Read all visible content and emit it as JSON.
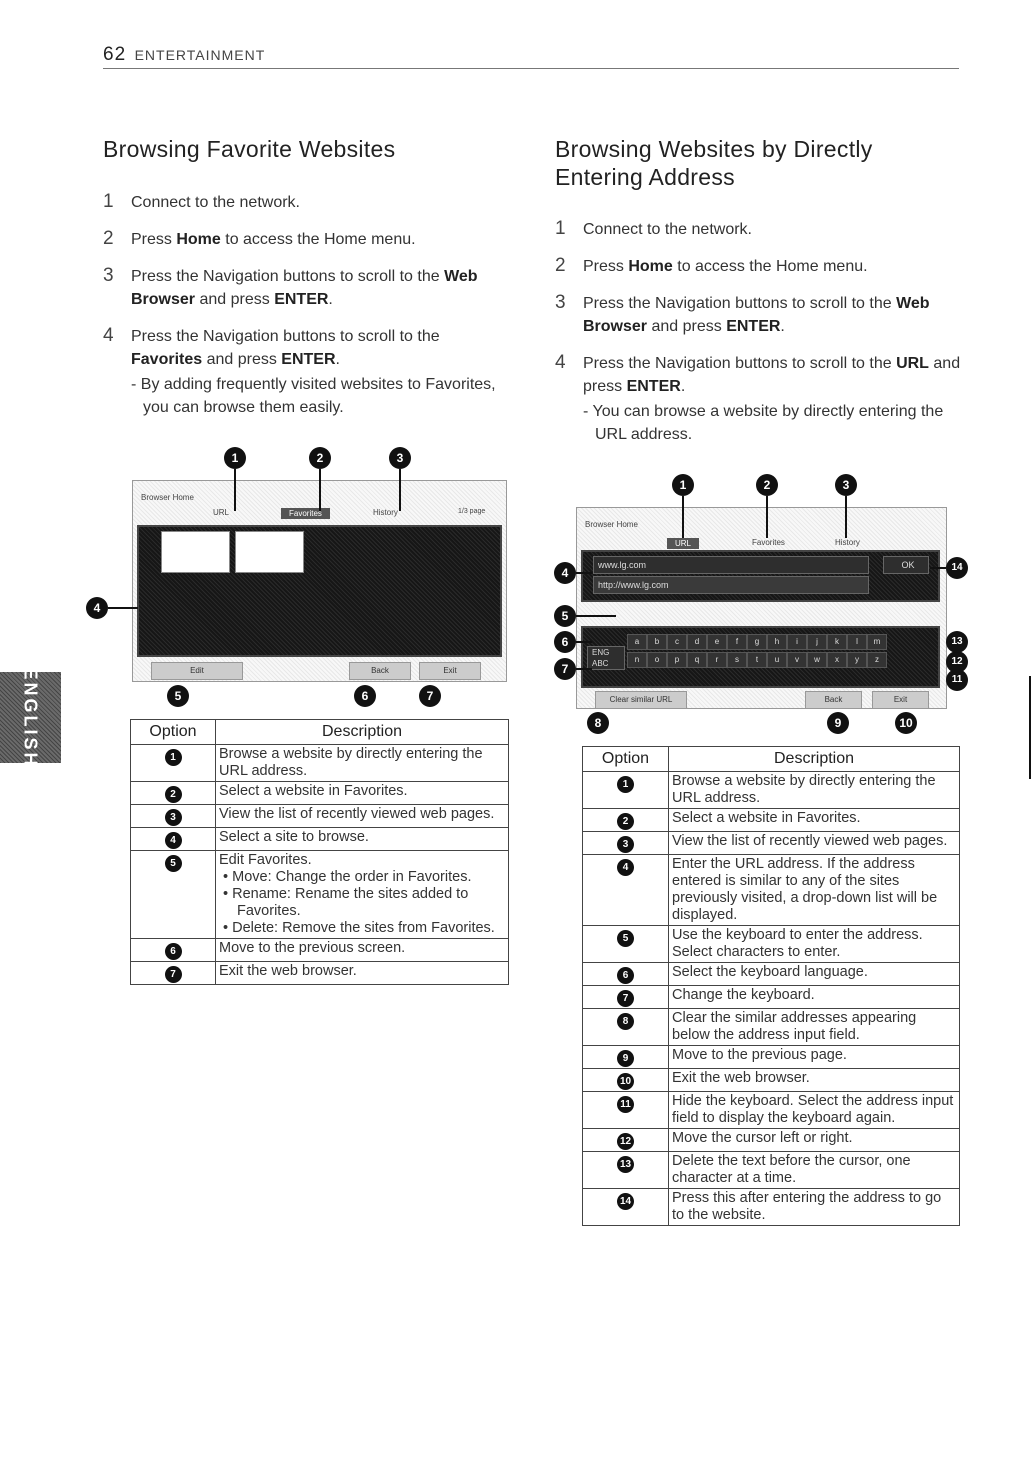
{
  "header": {
    "page_number": "62",
    "section": "ENTERTAINMENT"
  },
  "side_tab": "ENGLISH",
  "left": {
    "title": "Browsing Favorite Websites",
    "steps": [
      {
        "num": "1",
        "text": "Connect to the network."
      },
      {
        "num": "2",
        "pre": "Press ",
        "bold": "Home",
        "post": " to access the Home menu."
      },
      {
        "num": "3",
        "pre": "Press the Navigation buttons to scroll to the ",
        "bold": "Web Browser",
        "mid": " and press ",
        "bold2": "ENTER",
        "post": "."
      },
      {
        "num": "4",
        "pre": "Press the Navigation buttons to scroll to the ",
        "bold": "Favorites",
        "mid": " and press ",
        "bold2": "ENTER",
        "post": ".",
        "sub": "- By adding frequently visited websites to Favorites, you can browse them easily."
      }
    ],
    "screenshot": {
      "browser_home": "Browser Home",
      "tabs": [
        "URL",
        "Favorites",
        "History"
      ],
      "page_indicator": "1/3 page",
      "buttons": [
        "Edit",
        "Back",
        "Exit"
      ],
      "callouts": [
        "1",
        "2",
        "3",
        "4",
        "5",
        "6",
        "7"
      ]
    },
    "table": {
      "headers": [
        "Option",
        "Description"
      ],
      "rows": [
        {
          "num": "1",
          "desc": "Browse a website by directly entering the URL address."
        },
        {
          "num": "2",
          "desc": "Select a website in Favorites."
        },
        {
          "num": "3",
          "desc": "View the list of recently viewed web pages."
        },
        {
          "num": "4",
          "desc": "Select a site to browse."
        },
        {
          "num": "5",
          "desc": "Edit Favorites.",
          "bullets": [
            "Move: Change the order in Favorites.",
            "Rename: Rename the sites added to Favorites.",
            "Delete: Remove the sites from Favorites."
          ]
        },
        {
          "num": "6",
          "desc": "Move to the previous screen."
        },
        {
          "num": "7",
          "desc": "Exit the web browser."
        }
      ]
    }
  },
  "right": {
    "title": "Browsing Websites by Directly Entering Address",
    "steps": [
      {
        "num": "1",
        "text": "Connect to the network."
      },
      {
        "num": "2",
        "pre": "Press ",
        "bold": "Home",
        "post": " to access the Home menu."
      },
      {
        "num": "3",
        "pre": "Press the Navigation buttons to scroll to the ",
        "bold": "Web Browser",
        "mid": " and press ",
        "bold2": "ENTER",
        "post": "."
      },
      {
        "num": "4",
        "pre": "Press the Navigation buttons to scroll to the ",
        "bold": "URL",
        "mid": " and press ",
        "bold2": "ENTER",
        "post": ".",
        "sub": "- You can browse a website by directly entering the URL address."
      }
    ],
    "screenshot": {
      "browser_home": "Browser Home",
      "tabs": [
        "URL",
        "Favorites",
        "History"
      ],
      "url_field": "www.lg.com",
      "suggestion": "http://www.lg.com",
      "ok": "OK",
      "keys_row1": [
        "a",
        "b",
        "c",
        "d",
        "e",
        "f",
        "g",
        "h",
        "i",
        "j",
        "k",
        "l",
        "m"
      ],
      "keys_row2": [
        "n",
        "o",
        "p",
        "q",
        "r",
        "s",
        "t",
        "u",
        "v",
        "w",
        "x",
        "y",
        "z"
      ],
      "lang": "ENG ABC",
      "buttons": [
        "Clear similar URL",
        "Back",
        "Exit"
      ],
      "callouts": [
        "1",
        "2",
        "3",
        "4",
        "5",
        "6",
        "7",
        "8",
        "9",
        "10",
        "11",
        "12",
        "13",
        "14"
      ]
    },
    "table": {
      "headers": [
        "Option",
        "Description"
      ],
      "rows": [
        {
          "num": "1",
          "desc": "Browse a website by directly entering the URL address."
        },
        {
          "num": "2",
          "desc": "Select a website in Favorites."
        },
        {
          "num": "3",
          "desc": "View the list of recently viewed web pages."
        },
        {
          "num": "4",
          "desc": "Enter the URL address. If the address entered is similar to any of the sites previously visited, a drop-down list will be displayed."
        },
        {
          "num": "5",
          "desc": "Use the keyboard to enter the address. Select characters to enter."
        },
        {
          "num": "6",
          "desc": "Select the keyboard language."
        },
        {
          "num": "7",
          "desc": "Change the keyboard."
        },
        {
          "num": "8",
          "desc": "Clear the similar addresses appearing below the address input field."
        },
        {
          "num": "9",
          "desc": "Move to the previous page."
        },
        {
          "num": "10",
          "desc": "Exit the web browser."
        },
        {
          "num": "11",
          "desc": "Hide the keyboard. Select the address input field to display the keyboard again."
        },
        {
          "num": "12",
          "desc": "Move the cursor left or right."
        },
        {
          "num": "13",
          "desc": "Delete the text before the cursor, one character at a time."
        },
        {
          "num": "14",
          "desc": "Press this after entering the address to go to the website."
        }
      ]
    }
  }
}
